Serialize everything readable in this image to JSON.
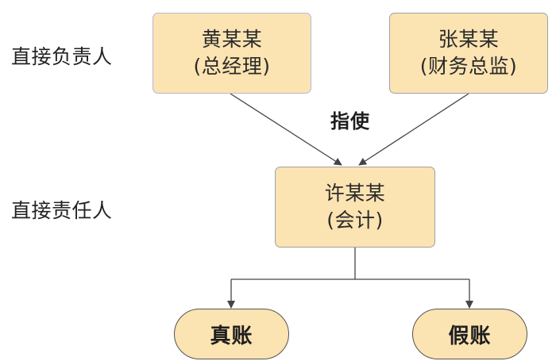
{
  "labels": {
    "direct_responsible_leader": "直接负责人",
    "direct_responsible_person": "直接责任人",
    "instruct": "指使"
  },
  "nodes": {
    "gm": {
      "name": "黄某某",
      "role": "(总经理)"
    },
    "cfo": {
      "name": "张某某",
      "role": "(财务总监)"
    },
    "accountant": {
      "name": "许某某",
      "role": "(会计)"
    },
    "true_books": {
      "label": "真账"
    },
    "false_books": {
      "label": "假账"
    }
  },
  "colors": {
    "box_fill": "#fce3b2",
    "line": "#444444"
  }
}
